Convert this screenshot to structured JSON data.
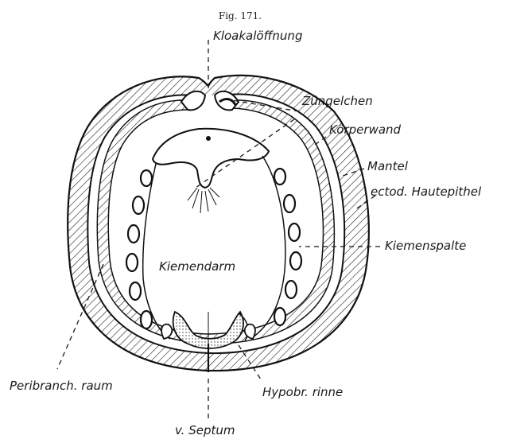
{
  "figure": {
    "number": "Fig. 171."
  },
  "labels": {
    "kloakaloeffnung": "Kloakalöffnung",
    "zuengelchen": "Züngelchen",
    "koerperwand": "Körperwand",
    "mantel": "Mantel",
    "hautepithel": "ectod. Hautepithel",
    "kiemenspalte": "Kiemenspalte",
    "kiemendarm": "Kiemendarm",
    "peribranch": "Peribranch. raum",
    "hypobr": "Hypobr. rinne",
    "septum": "v. Septum"
  }
}
